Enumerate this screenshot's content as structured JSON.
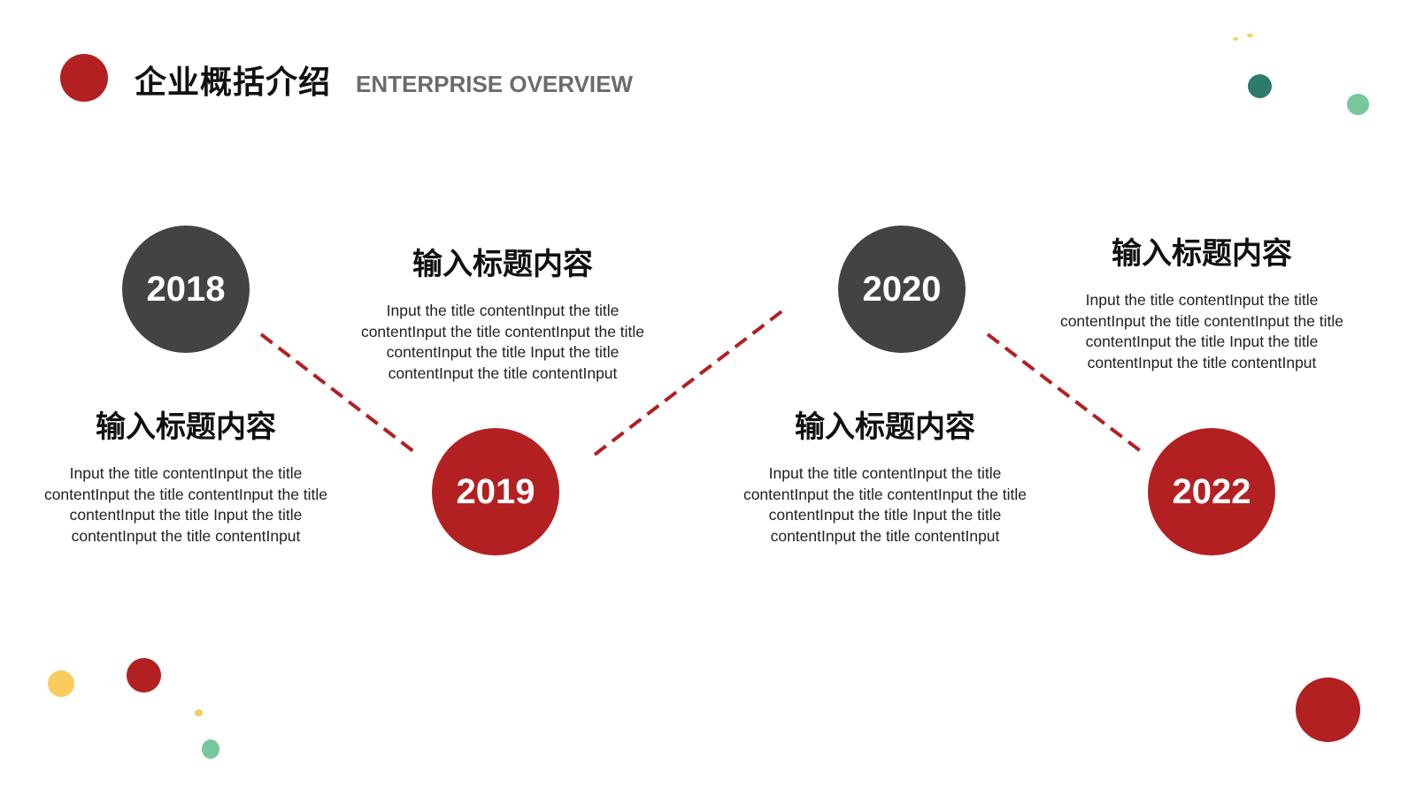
{
  "header": {
    "title_zh": "企业概括介绍",
    "title_en": "ENTERPRISE OVERVIEW"
  },
  "timeline": [
    {
      "year": "2018",
      "title": "输入标题内容",
      "text": "Input the title contentInput the title contentInput the title contentInput the title contentInput the title Input the title contentInput the title contentInput"
    },
    {
      "year": "2019",
      "title": "输入标题内容",
      "text": "Input the title contentInput the title contentInput the title contentInput the title contentInput the title Input the title contentInput the title contentInput"
    },
    {
      "year": "2020",
      "title": "输入标题内容",
      "text": "Input the title contentInput the title contentInput the title contentInput the title contentInput the title Input the title contentInput the title contentInput"
    },
    {
      "year": "2022",
      "title": "输入标题内容",
      "text": "Input the title contentInput the title contentInput the title contentInput the title contentInput the title Input the title contentInput the title contentInput"
    }
  ],
  "colors": {
    "accent_red": "#b32022",
    "dark_gray": "#434343",
    "yellow": "#f8cd5d",
    "teal": "#2e7b6b",
    "mint": "#78c79a"
  }
}
